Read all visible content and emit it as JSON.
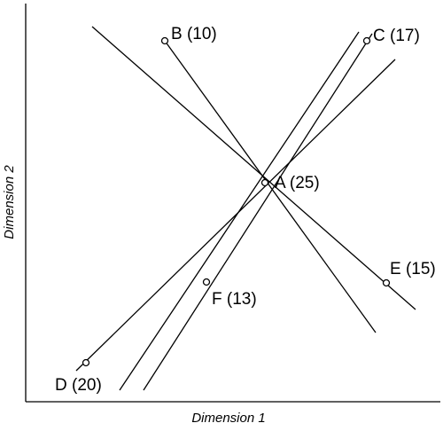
{
  "axes": {
    "x_label": "Dimension 1",
    "y_label": "Dimension 2"
  },
  "points": [
    {
      "id": "A",
      "label": "A (25)"
    },
    {
      "id": "B",
      "label": "B (10)"
    },
    {
      "id": "C",
      "label": "C (17)"
    },
    {
      "id": "D",
      "label": "D (20)"
    },
    {
      "id": "E",
      "label": "E (15)"
    },
    {
      "id": "F",
      "label": "F (13)"
    }
  ]
}
